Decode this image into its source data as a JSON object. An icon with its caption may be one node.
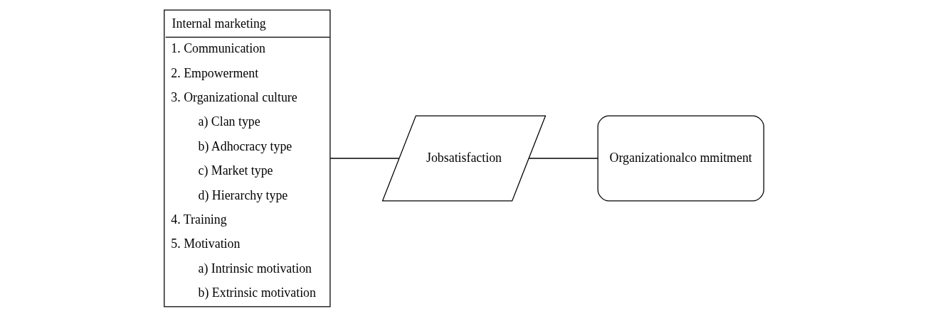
{
  "diagram": {
    "nodes": [
      {
        "text": [
          "Internal marketing",
          "1. Communication",
          "2. Empowerment",
          "3. Organizational culture",
          "a) Clan type",
          "b) Adhocracy type",
          "c) Market type",
          "d) Hierarchy type",
          "4. Training",
          "5. Motivation",
          "a) Intrinsic motivation",
          "b) Extrinsic motivation"
        ]
      },
      {
        "text": [
          "Jobsatisfaction"
        ]
      },
      {
        "text": [
          "Organizationalco mmitment"
        ]
      }
    ],
    "edges": [
      {
        "from": 0,
        "to": 1,
        "arrow": "none"
      },
      {
        "from": 1,
        "to": 2,
        "arrow": "none"
      }
    ]
  }
}
